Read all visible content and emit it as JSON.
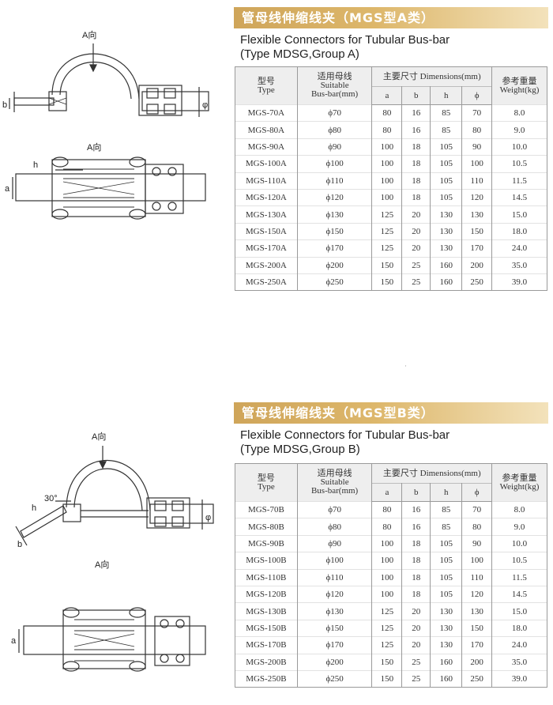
{
  "sections": [
    {
      "banner_title": "管母线伸缩线夹（MGS型A类）",
      "subtitle_line1": "Flexible Connectors for Tubular Bus-bar",
      "subtitle_line2": "(Type MDSG,Group A)",
      "drawing": {
        "view_label_top": "A向",
        "view_label_bottom": "A向",
        "dim_b": "b",
        "dim_phi": "φ",
        "dim_h": "h",
        "dim_a": "a"
      },
      "table": {
        "header": {
          "type_cn": "型号",
          "type_en": "Type",
          "bus_cn": "适用母线",
          "bus_en1": "Suitable",
          "bus_en2": "Bus-bar(mm)",
          "dims": "主要尺寸 Dimensions(mm)",
          "weight_cn": "参考重量",
          "weight_en": "Weight(kg)",
          "a": "a",
          "b": "b",
          "h": "h",
          "phi": "ϕ"
        },
        "rows": [
          [
            "MGS-70A",
            "ϕ70",
            "80",
            "16",
            "85",
            "70",
            "8.0"
          ],
          [
            "MGS-80A",
            "ϕ80",
            "80",
            "16",
            "85",
            "80",
            "9.0"
          ],
          [
            "MGS-90A",
            "ϕ90",
            "100",
            "18",
            "105",
            "90",
            "10.0"
          ],
          [
            "MGS-100A",
            "ϕ100",
            "100",
            "18",
            "105",
            "100",
            "10.5"
          ],
          [
            "MGS-110A",
            "ϕ110",
            "100",
            "18",
            "105",
            "110",
            "11.5"
          ],
          [
            "MGS-120A",
            "ϕ120",
            "100",
            "18",
            "105",
            "120",
            "14.5"
          ],
          [
            "MGS-130A",
            "ϕ130",
            "125",
            "20",
            "130",
            "130",
            "15.0"
          ],
          [
            "MGS-150A",
            "ϕ150",
            "125",
            "20",
            "130",
            "150",
            "18.0"
          ],
          [
            "MGS-170A",
            "ϕ170",
            "125",
            "20",
            "130",
            "170",
            "24.0"
          ],
          [
            "MGS-200A",
            "ϕ200",
            "150",
            "25",
            "160",
            "200",
            "35.0"
          ],
          [
            "MGS-250A",
            "ϕ250",
            "150",
            "25",
            "160",
            "250",
            "39.0"
          ]
        ]
      }
    },
    {
      "banner_title": "管母线伸缩线夹（MGS型B类）",
      "subtitle_line1": "Flexible Connectors for Tubular Bus-bar",
      "subtitle_line2": "(Type MDSG,Group B)",
      "drawing": {
        "view_label_top": "A向",
        "view_label_bottom": "A向",
        "angle": "30°",
        "dim_b": "b",
        "dim_phi": "φ",
        "dim_h": "h",
        "dim_a": "a"
      },
      "table": {
        "header": {
          "type_cn": "型号",
          "type_en": "Type",
          "bus_cn": "适用母线",
          "bus_en1": "Suitable",
          "bus_en2": "Bus-bar(mm)",
          "dims": "主要尺寸 Dimensions(mm)",
          "weight_cn": "参考重量",
          "weight_en": "Weight(kg)",
          "a": "a",
          "b": "b",
          "h": "h",
          "phi": "ϕ"
        },
        "rows": [
          [
            "MGS-70B",
            "ϕ70",
            "80",
            "16",
            "85",
            "70",
            "8.0"
          ],
          [
            "MGS-80B",
            "ϕ80",
            "80",
            "16",
            "85",
            "80",
            "9.0"
          ],
          [
            "MGS-90B",
            "ϕ90",
            "100",
            "18",
            "105",
            "90",
            "10.0"
          ],
          [
            "MGS-100B",
            "ϕ100",
            "100",
            "18",
            "105",
            "100",
            "10.5"
          ],
          [
            "MGS-110B",
            "ϕ110",
            "100",
            "18",
            "105",
            "110",
            "11.5"
          ],
          [
            "MGS-120B",
            "ϕ120",
            "100",
            "18",
            "105",
            "120",
            "14.5"
          ],
          [
            "MGS-130B",
            "ϕ130",
            "125",
            "20",
            "130",
            "130",
            "15.0"
          ],
          [
            "MGS-150B",
            "ϕ150",
            "125",
            "20",
            "130",
            "150",
            "18.0"
          ],
          [
            "MGS-170B",
            "ϕ170",
            "125",
            "20",
            "130",
            "170",
            "24.0"
          ],
          [
            "MGS-200B",
            "ϕ200",
            "150",
            "25",
            "160",
            "200",
            "35.0"
          ],
          [
            "MGS-250B",
            "ϕ250",
            "150",
            "25",
            "160",
            "250",
            "39.0"
          ]
        ]
      }
    }
  ]
}
